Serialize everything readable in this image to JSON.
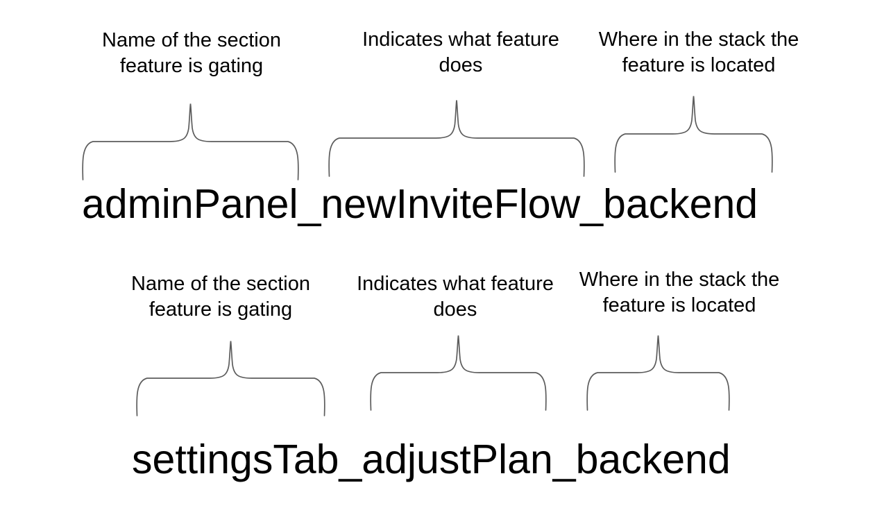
{
  "colors": {
    "background": "#ffffff",
    "text": "#000000",
    "brace": "#5c5c5c"
  },
  "examples": [
    {
      "flag_name": "adminPanel_newInviteFlow_backend",
      "annotations": [
        {
          "id": "section",
          "line1": "Name of the section",
          "line2": "feature is gating"
        },
        {
          "id": "feature",
          "line1": "Indicates what feature",
          "line2": "does"
        },
        {
          "id": "stack",
          "line1": "Where in the stack the",
          "line2": "feature is located"
        }
      ]
    },
    {
      "flag_name": "settingsTab_adjustPlan_backend",
      "annotations": [
        {
          "id": "section",
          "line1": "Name of the section",
          "line2": "feature is gating"
        },
        {
          "id": "feature",
          "line1": "Indicates what feature",
          "line2": "does"
        },
        {
          "id": "stack",
          "line1": "Where in the stack the",
          "line2": "feature is located"
        }
      ]
    }
  ]
}
